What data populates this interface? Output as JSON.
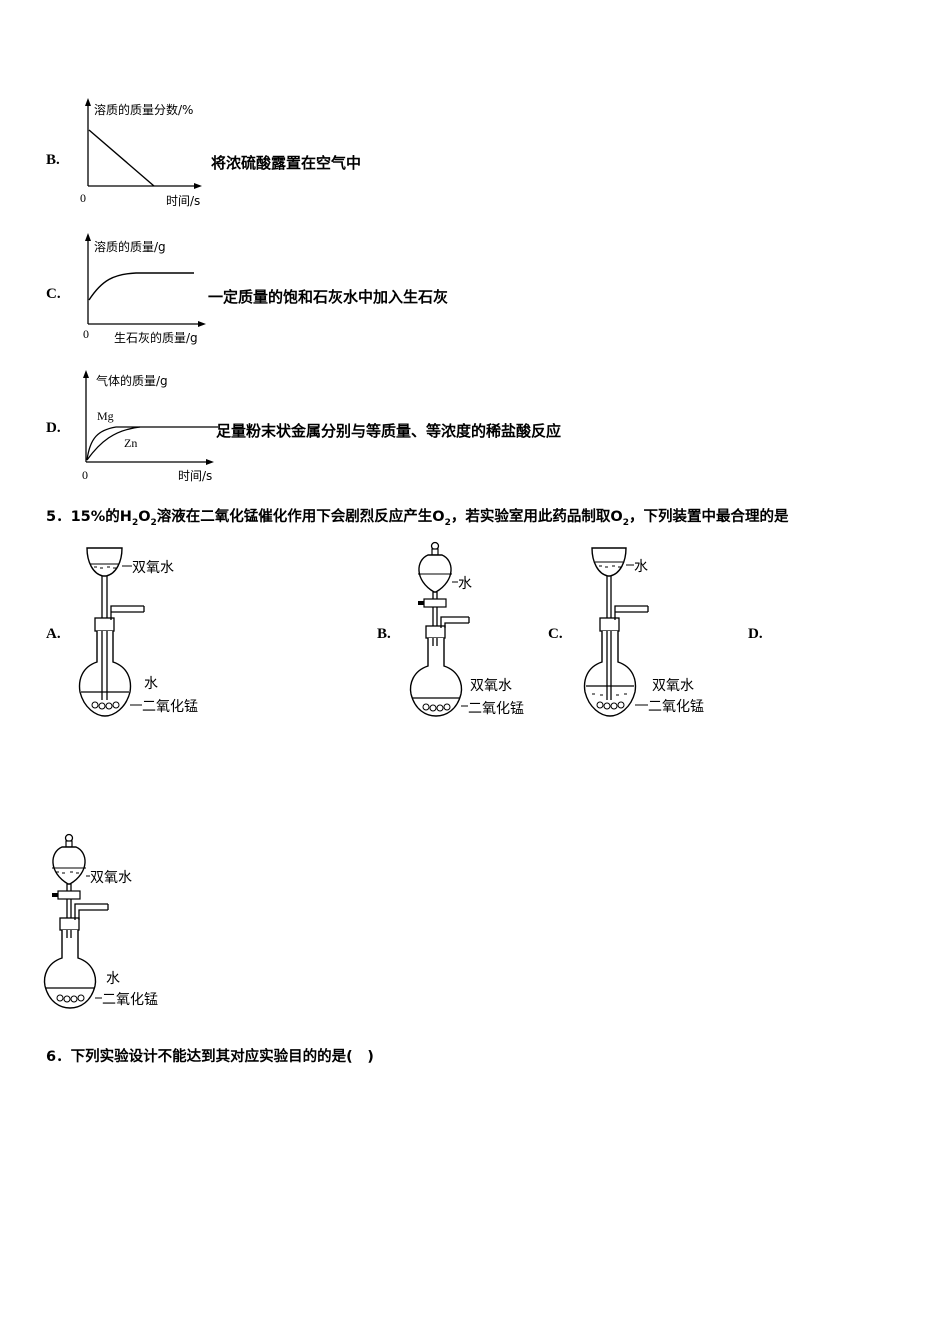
{
  "options_q4": [
    {
      "letter": "B.",
      "desc": "将浓硫酸露置在空气中"
    },
    {
      "letter": "C.",
      "desc": "一定质量的饱和石灰水中加入生石灰"
    },
    {
      "letter": "D.",
      "desc": "足量粉末状金属分别与等质量、等浓度的稀盐酸反应"
    }
  ],
  "chart_b": {
    "ylabel": "溶质的质量分数/%",
    "xlabel": "时间/s",
    "origin": "0"
  },
  "chart_c": {
    "ylabel": "溶质的质量/g",
    "xlabel": "生石灰的质量/g",
    "origin": "0"
  },
  "chart_d": {
    "ylabel": "气体的质量/g",
    "xlabel": "时间/s",
    "origin": "0",
    "series": [
      "Mg",
      "Zn"
    ]
  },
  "chart_data": [
    {
      "type": "line",
      "title": "",
      "ylabel": "溶质的质量分数/%",
      "xlabel": "时间/s",
      "series": [
        {
          "name": "",
          "description": "straight line decreasing from high value to 0"
        }
      ]
    },
    {
      "type": "line",
      "title": "",
      "ylabel": "溶质的质量/g",
      "xlabel": "生石灰的质量/g",
      "series": [
        {
          "name": "",
          "description": "rises from non-zero start and levels off"
        }
      ]
    },
    {
      "type": "line",
      "title": "",
      "ylabel": "气体的质量/g",
      "xlabel": "时间/s",
      "series": [
        {
          "name": "Mg",
          "description": "rises fast then plateaus"
        },
        {
          "name": "Zn",
          "description": "rises slower then plateaus at same level"
        }
      ]
    }
  ],
  "q5": {
    "number": "5．",
    "pre": "15%的H",
    "sub1": "2",
    "mid1": "O",
    "sub2": "2",
    "mid2": "溶液在二氧化锰催化作用下会剧烈反应产生O",
    "sub3": "2",
    "mid3": "，若实验室用此药品制取O",
    "sub4": "2",
    "post": "，下列装置中最合理的是"
  },
  "apparatus": {
    "a": {
      "letter": "A.",
      "funnel_label": "双氧水",
      "water_label": "水",
      "solid_label": "二氧化锰"
    },
    "b": {
      "letter": "B.",
      "funnel_label": "水",
      "water_label": "双氧水",
      "solid_label": "二氧化锰"
    },
    "c": {
      "letter": "C.",
      "funnel_label": "水",
      "water_label": "双氧水",
      "solid_label": "二氧化锰"
    },
    "d": {
      "letter": "D.",
      "funnel_label": "双氧水",
      "water_label": "水",
      "solid_label": "二氧化锰"
    }
  },
  "q6": {
    "text": "6．下列实验设计不能达到其对应实验目的的是(　)"
  }
}
